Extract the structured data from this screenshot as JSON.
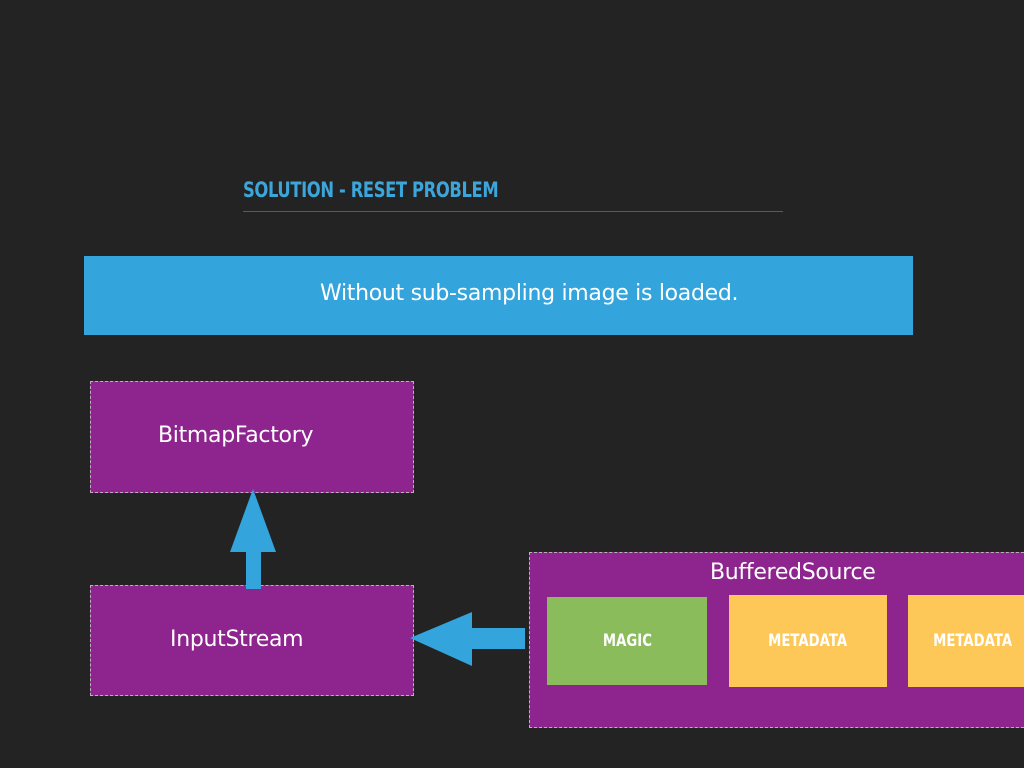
{
  "slide": {
    "title": "SOLUTION - RESET PROBLEM",
    "banner_text": "Without sub-sampling image is loaded."
  },
  "diagram": {
    "bitmap_factory_label": "BitmapFactory",
    "input_stream_label": "InputStream",
    "buffered_source_label": "BufferedSource",
    "chunks": {
      "magic": "MAGIC",
      "metadata_1": "METADATA",
      "metadata_2": "METADATA"
    }
  },
  "colors": {
    "background": "#232323",
    "accent_blue": "#34a4dc",
    "box_purple": "#8e248e",
    "magic_green": "#8bbc5c",
    "metadata_yellow": "#fdc858"
  },
  "icons": {
    "up_arrow": "arrow-up-icon",
    "left_arrow": "arrow-left-icon"
  }
}
